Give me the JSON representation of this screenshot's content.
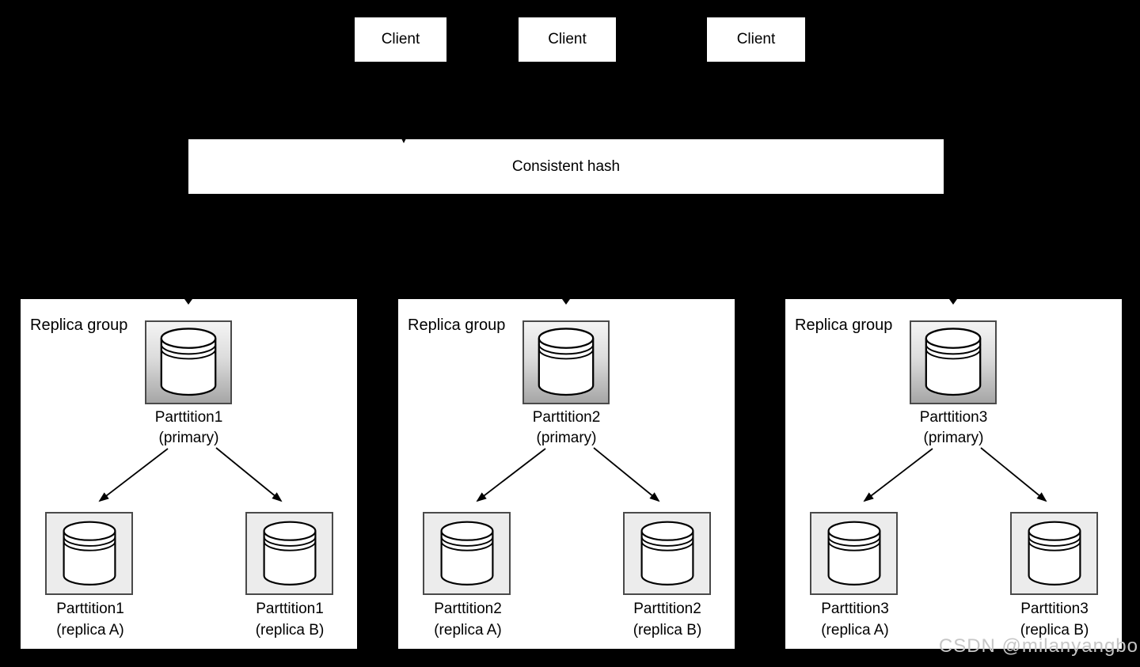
{
  "clients": [
    {
      "label": "Client"
    },
    {
      "label": "Client"
    },
    {
      "label": "Client"
    }
  ],
  "hash_box": {
    "label": "Consistent hash"
  },
  "replica_groups": [
    {
      "label": "Replica group",
      "primary": {
        "name": "Parttition1",
        "role": "(primary)"
      },
      "replica_a": {
        "name": "Parttition1",
        "role": "(replica A)"
      },
      "replica_b": {
        "name": "Parttition1",
        "role": "(replica B)"
      }
    },
    {
      "label": "Replica group",
      "primary": {
        "name": "Parttition2",
        "role": "(primary)"
      },
      "replica_a": {
        "name": "Parttition2",
        "role": "(replica A)"
      },
      "replica_b": {
        "name": "Parttition2",
        "role": "(replica B)"
      }
    },
    {
      "label": "Replica group",
      "primary": {
        "name": "Parttition3",
        "role": "(primary)"
      },
      "replica_a": {
        "name": "Parttition3",
        "role": "(replica A)"
      },
      "replica_b": {
        "name": "Parttition3",
        "role": "(replica B)"
      }
    }
  ],
  "watermark": {
    "text": "CSDN @milanyangbo"
  },
  "icons": {
    "database": "database-cylinder-icon",
    "arrow": "down-arrowhead-icon"
  },
  "colors": {
    "background": "#000000",
    "box_fill": "#ffffff",
    "box_border": "#000000",
    "icon_border": "#4a4a4a",
    "replica_icon_fill": "#ececec",
    "primary_icon_gradient_top": "#f4f4f4",
    "primary_icon_gradient_bottom": "#a6a6a6",
    "arrow": "#000000",
    "watermark_text": "#c6c6c6"
  }
}
